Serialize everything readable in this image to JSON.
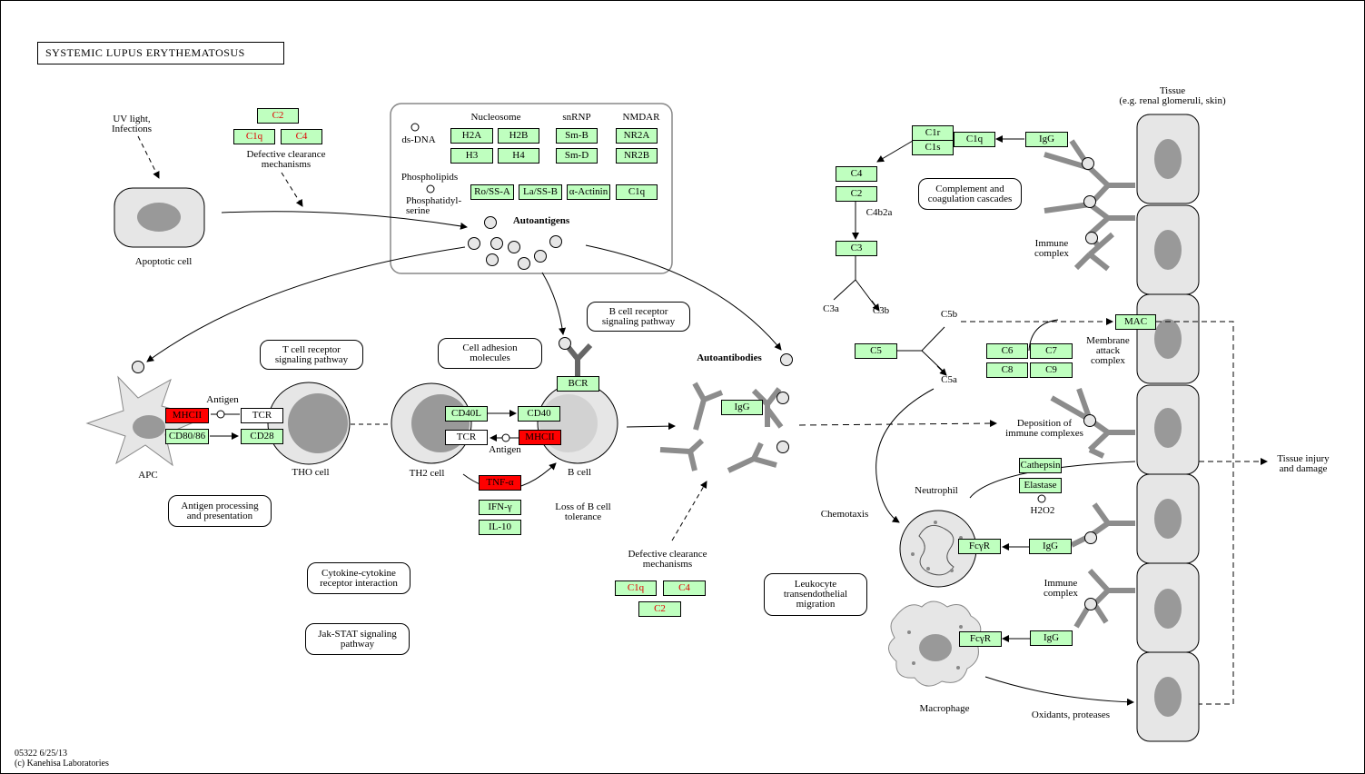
{
  "title": "SYSTEMIC  LUPUS  ERYTHEMATOSUS",
  "footer": {
    "id_date": "05322 6/25/13",
    "copyright": "(c) Kanehisa Laboratories"
  },
  "labels": {
    "uv_light": "UV light,\nInfections",
    "apoptotic_cell": "Apoptotic cell",
    "defective_clearance_top": "Defective clearance\nmechanisms",
    "ds_dna": "ds-DNA",
    "nucleosome": "Nucleosome",
    "snrnp": "snRNP",
    "nmdar": "NMDAR",
    "phospholipids": "Phospholipids",
    "phosphatidylserine": "Phosphatidyl-\nserine",
    "autoantigens": "Autoantigens",
    "apc": "APC",
    "antigen_apc": "Antigen",
    "tho_cell": "THO cell",
    "th2_cell": "TH2 cell",
    "antigen_b": "Antigen",
    "b_cell": "B cell",
    "loss_tolerance": "Loss of B cell\ntolerance",
    "autoantibodies": "Autoantibodies",
    "defective_clearance_bottom": "Defective clearance\nmechanisms",
    "c4b2a": "C4b2a",
    "c3a": "C3a",
    "c3b": "C3b",
    "c5b": "C5b",
    "c5a": "C5a",
    "tissue": "Tissue\n(e.g. renal glomeruli, skin)",
    "immune_complex_top": "Immune\ncomplex",
    "membrane_attack": "Membrane\nattack\ncomplex",
    "deposition": "Deposition of\nimmune complexes",
    "tissue_injury": "Tissue injury\nand damage",
    "chemotaxis": "Chemotaxis",
    "neutrophil": "Neutrophil",
    "h2o2": "H2O2",
    "immune_complex_bottom": "Immune\ncomplex",
    "macrophage": "Macrophage",
    "oxidants": "Oxidants, proteases"
  },
  "pathways": {
    "t_cell_receptor": "T cell receptor\nsignaling pathway",
    "cell_adhesion": "Cell adhesion\nmolecules",
    "b_cell_receptor": "B cell receptor\nsignaling pathway",
    "antigen_processing": "Antigen processing\nand presentation",
    "cytokine": "Cytokine-cytokine\nreceptor interaction",
    "jak_stat": "Jak-STAT signaling\npathway",
    "leukocyte": "Leukocyte\ntransendothelial\nmigration",
    "complement": "Complement and\ncoagulation cascades"
  },
  "genes": {
    "c2_top": "C2",
    "c1q_top": "C1q",
    "c4_top": "C4",
    "h2a": "H2A",
    "h2b": "H2B",
    "h3": "H3",
    "h4": "H4",
    "smb": "Sm-B",
    "smd": "Sm-D",
    "nr2a": "NR2A",
    "nr2b": "NR2B",
    "ro": "Ro/SS-A",
    "la": "La/SS-B",
    "actinin": "α-Actinin",
    "c1q_auto": "C1q",
    "mhcii_apc": "MHCII",
    "cd80": "CD80/86",
    "tcr_tho": "TCR",
    "cd28": "CD28",
    "cd40l": "CD40L",
    "tcr_th2": "TCR",
    "cd40": "CD40",
    "mhcii_b": "MHCII",
    "bcr": "BCR",
    "tnf": "TNF-α",
    "ifn": "IFN-γ",
    "il10": "IL-10",
    "igg_auto": "IgG",
    "c1q_bottom": "C1q",
    "c4_bottom": "C4",
    "c2_bottom": "C2",
    "c1r": "C1r",
    "c1s": "C1s",
    "c1q_cc": "C1q",
    "igg_top": "IgG",
    "c4_cc": "C4",
    "c2_cc": "C2",
    "c3": "C3",
    "c5": "C5",
    "c6": "C6",
    "c7": "C7",
    "c8": "C8",
    "c9": "C9",
    "mac": "MAC",
    "cathepsin": "Cathepsin",
    "elastase": "Elastase",
    "fcyr_neu": "FcγR",
    "igg_neu": "IgG",
    "fcyr_mac": "FcγR",
    "igg_mac": "IgG"
  },
  "colors": {
    "gene_fill": "#bfffbf",
    "highlight_red": "#ff0000",
    "red_text": "#e00000",
    "cell_gray": "#e6e6e6",
    "nucleus_gray": "#999999",
    "antibody_gray": "#8c8c8c"
  }
}
